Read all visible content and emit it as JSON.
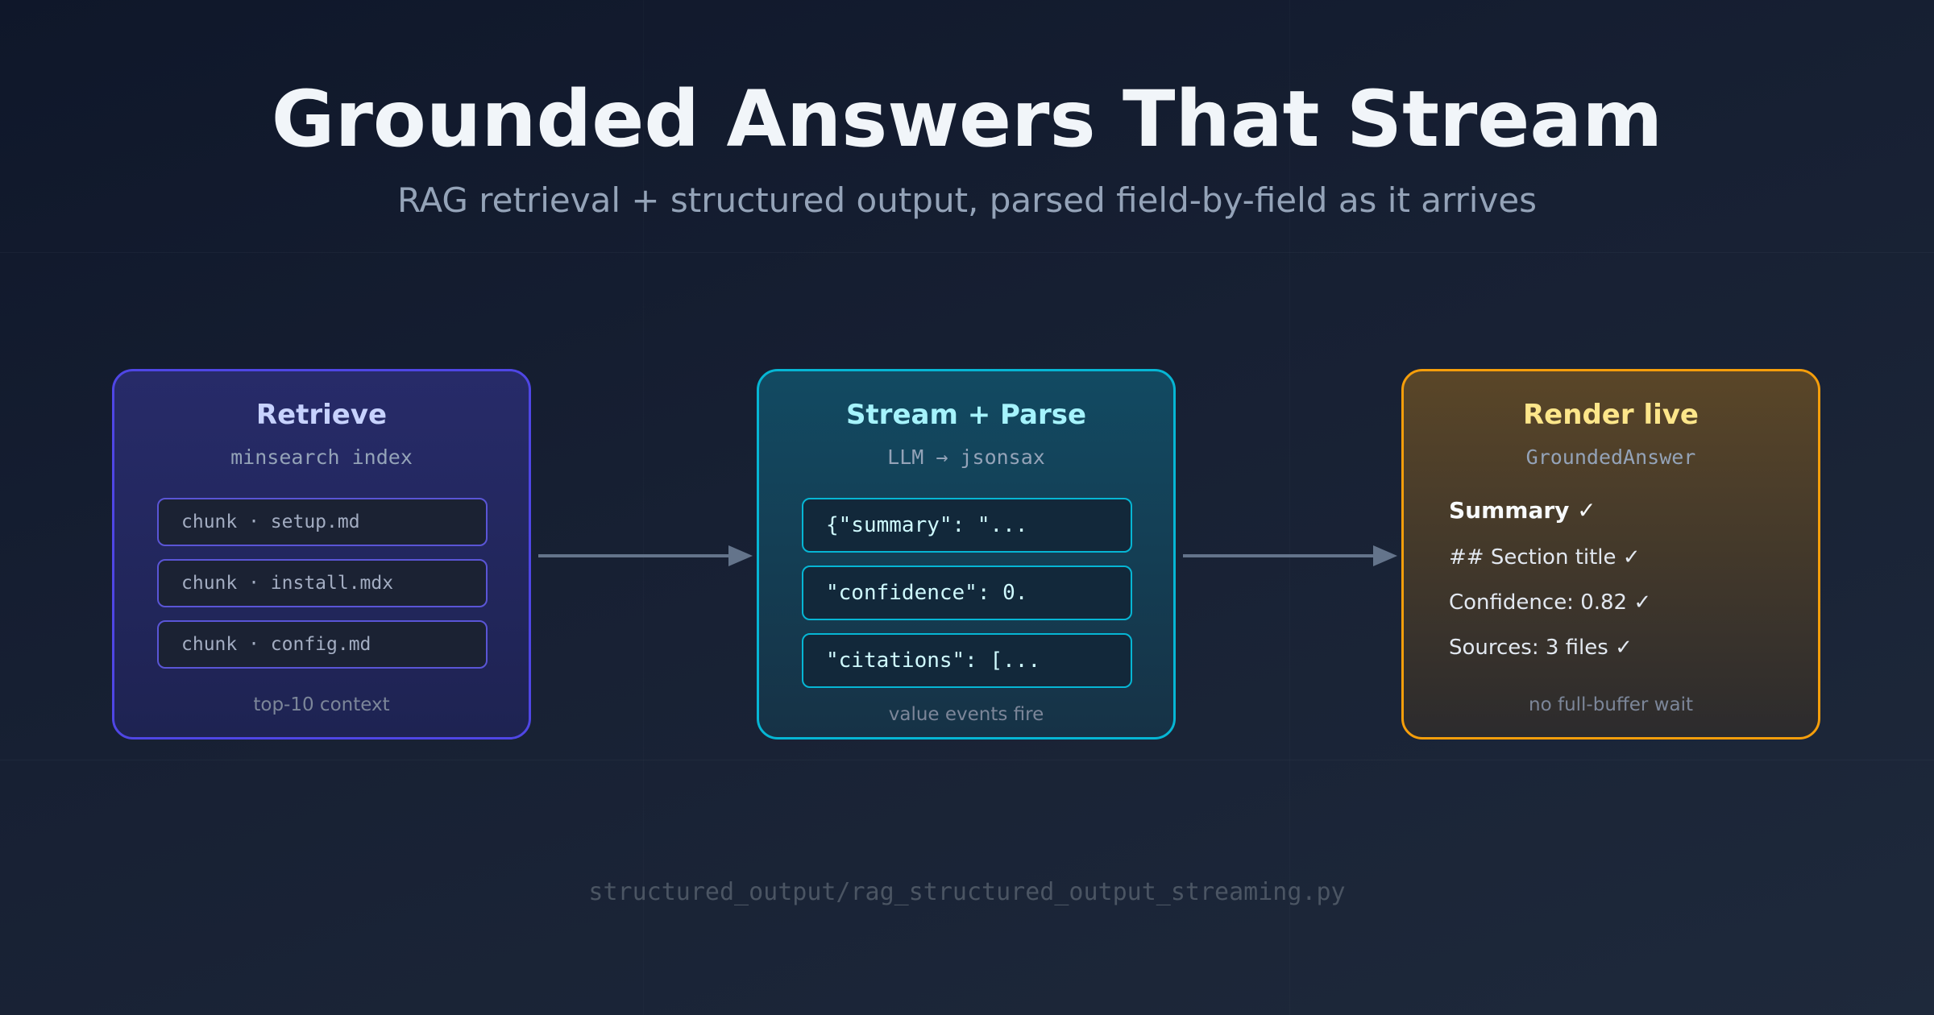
{
  "header": {
    "title": "Grounded Answers That Stream",
    "subtitle": "RAG retrieval + structured output, parsed field-by-field as it arrives"
  },
  "stages": {
    "retrieve": {
      "title": "Retrieve",
      "subtitle": "minsearch index",
      "chunks": [
        "chunk · setup.md",
        "chunk · install.mdx",
        "chunk · config.md"
      ],
      "footer": "top-10 context"
    },
    "stream": {
      "title": "Stream + Parse",
      "subtitle": "LLM → jsonsax",
      "events": [
        "{\"summary\": \"...",
        "\"confidence\": 0.",
        "\"citations\": [..."
      ],
      "footer": "value events fire"
    },
    "render": {
      "title": "Render live",
      "subtitle": "GroundedAnswer",
      "fields": [
        "Summary ✓",
        "## Section title ✓",
        "Confidence: 0.82 ✓",
        "Sources: 3 files ✓"
      ],
      "footer": "no full-buffer wait"
    }
  },
  "footer": {
    "path": "structured_output/rag_structured_output_streaming.py"
  },
  "colors": {
    "retrieve_accent": "#4f46e5",
    "stream_accent": "#06b6d4",
    "render_accent": "#f59e0b",
    "arrow": "#64748b"
  }
}
